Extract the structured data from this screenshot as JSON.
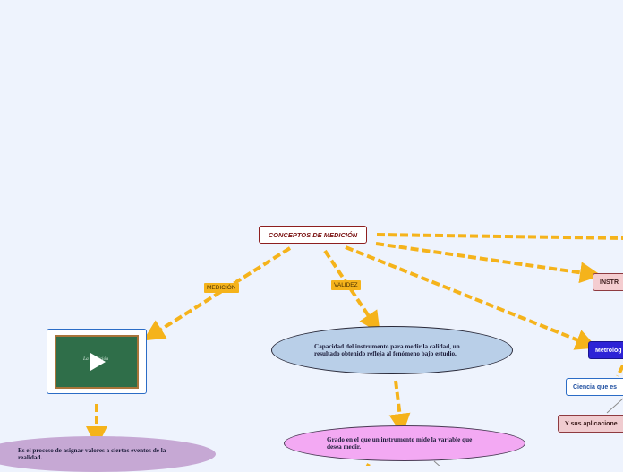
{
  "colors": {
    "background": "#eef3fd",
    "connector": "#f5b31b",
    "root_border": "#8e1f1f"
  },
  "root": {
    "label": "CONCEPTOS DE MEDICIÓN"
  },
  "connector_labels": {
    "medicion": "MEDICIÓN",
    "validez": "VALIDEZ"
  },
  "nodes": {
    "capacidad": "Capacidad del instrumento para medir la calidad, un resultado obtenido refleja al fenómeno bajo estudio.",
    "grado": "Grado en el que un instrumento mide la variable que desea medir.",
    "proceso": "Es el proceso de asignar valores a ciertos eventos de la realidad.",
    "instrumento": "INSTR",
    "metrologia": "Metrolog",
    "ciencia": "Ciencia que es",
    "aplicaciones": "Y sus aplicacione"
  },
  "video": {
    "title": "La Medición",
    "icon": "play-icon"
  }
}
